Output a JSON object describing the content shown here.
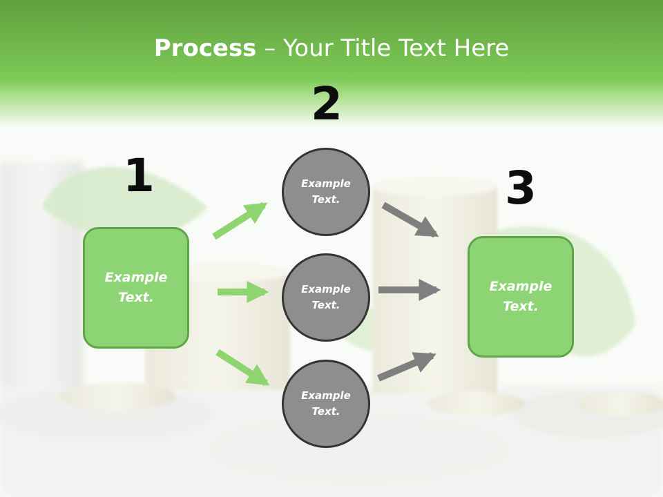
{
  "slide": {
    "title_bold": "Process",
    "title_rest": " – Your Title Text Here",
    "step_numbers": [
      "1",
      "2",
      "3"
    ],
    "left_box": "Example\nText.",
    "right_box": "Example\nText.",
    "circles": [
      "Example\nText.",
      "Example\nText.",
      "Example\nText."
    ]
  },
  "colors": {
    "header_green": "#7dcb58",
    "box_fill": "#8dd475",
    "box_border": "#5ea548",
    "circle_fill": "#8e8e8e",
    "circle_border": "#333333",
    "green_arrow": "#8ed46f",
    "gray_arrow": "#7f7f7f"
  }
}
